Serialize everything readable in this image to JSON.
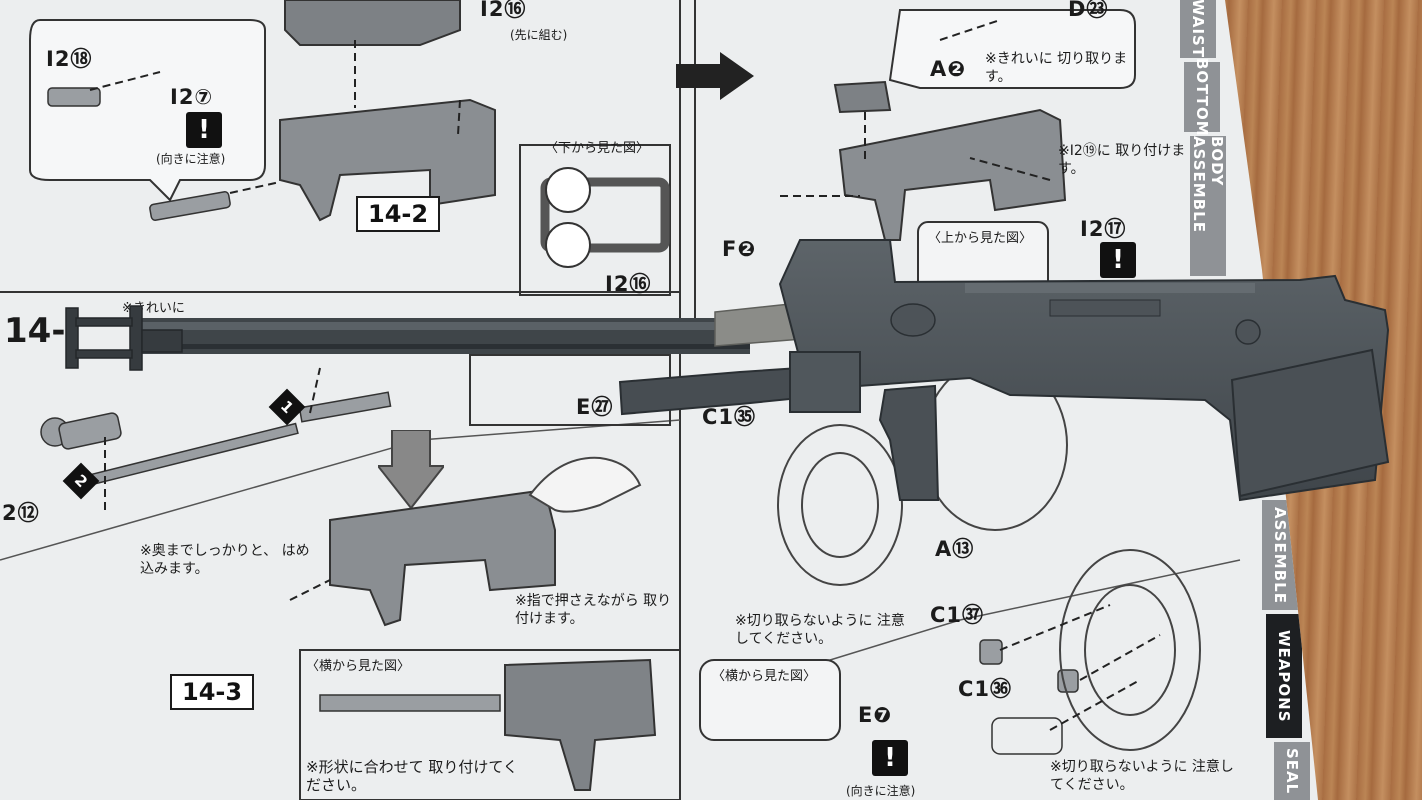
{
  "tabs": [
    "WAIST",
    "BOTTOM",
    "BODY ASSEMBLE",
    "ASSEMBLE",
    "WEAPONS",
    "SEAL"
  ],
  "steps": [
    "14-2",
    "14-3"
  ],
  "section_label": "14-",
  "part_labels": {
    "i2_18": "I2⑱",
    "i2_7": "I2⑦",
    "i2_16_top": "I2⑯",
    "i2_16_bottom": "I2⑯",
    "a2": "A❷",
    "d23": "D㉓",
    "f2": "F❷",
    "i2_17": "I2⑰",
    "e27": "E㉗",
    "c1_35": "C1㉟",
    "a13": "A⑬",
    "c1_37": "C1㊲",
    "c1_36": "C1㊱",
    "e7": "E❼",
    "i2_12": "2⑫"
  },
  "notes": {
    "first_assemble": "(先に組む)",
    "orientation_top": "(向きに注意)",
    "orientation_bottom": "(向きに注意)",
    "view_from_below": "〈下から見た図〉",
    "view_from_above": "〈上から見た図〉",
    "view_from_side": "〈横から見た図〉",
    "view_from_side_2": "〈横から見た図〉",
    "cut_cleanly": "※きれいに 切り取ります。",
    "attach_to_i2_19": "※I2⑲に 取り付けます。",
    "cut_cleanly_left": "※きれいに",
    "press_in_fully": "※奥までしっかりと、 はめ込みます。",
    "hold_with_finger": "※指で押さえながら 取り付けます。",
    "match_shape": "※形状に合わせて 取り付けてください。",
    "do_not_cut_1": "※切り取らないように 注意してください。",
    "do_not_cut_2": "※切り取らないように 注意してください。"
  },
  "markers": {
    "one": "1",
    "two": "2",
    "caution": "!"
  }
}
